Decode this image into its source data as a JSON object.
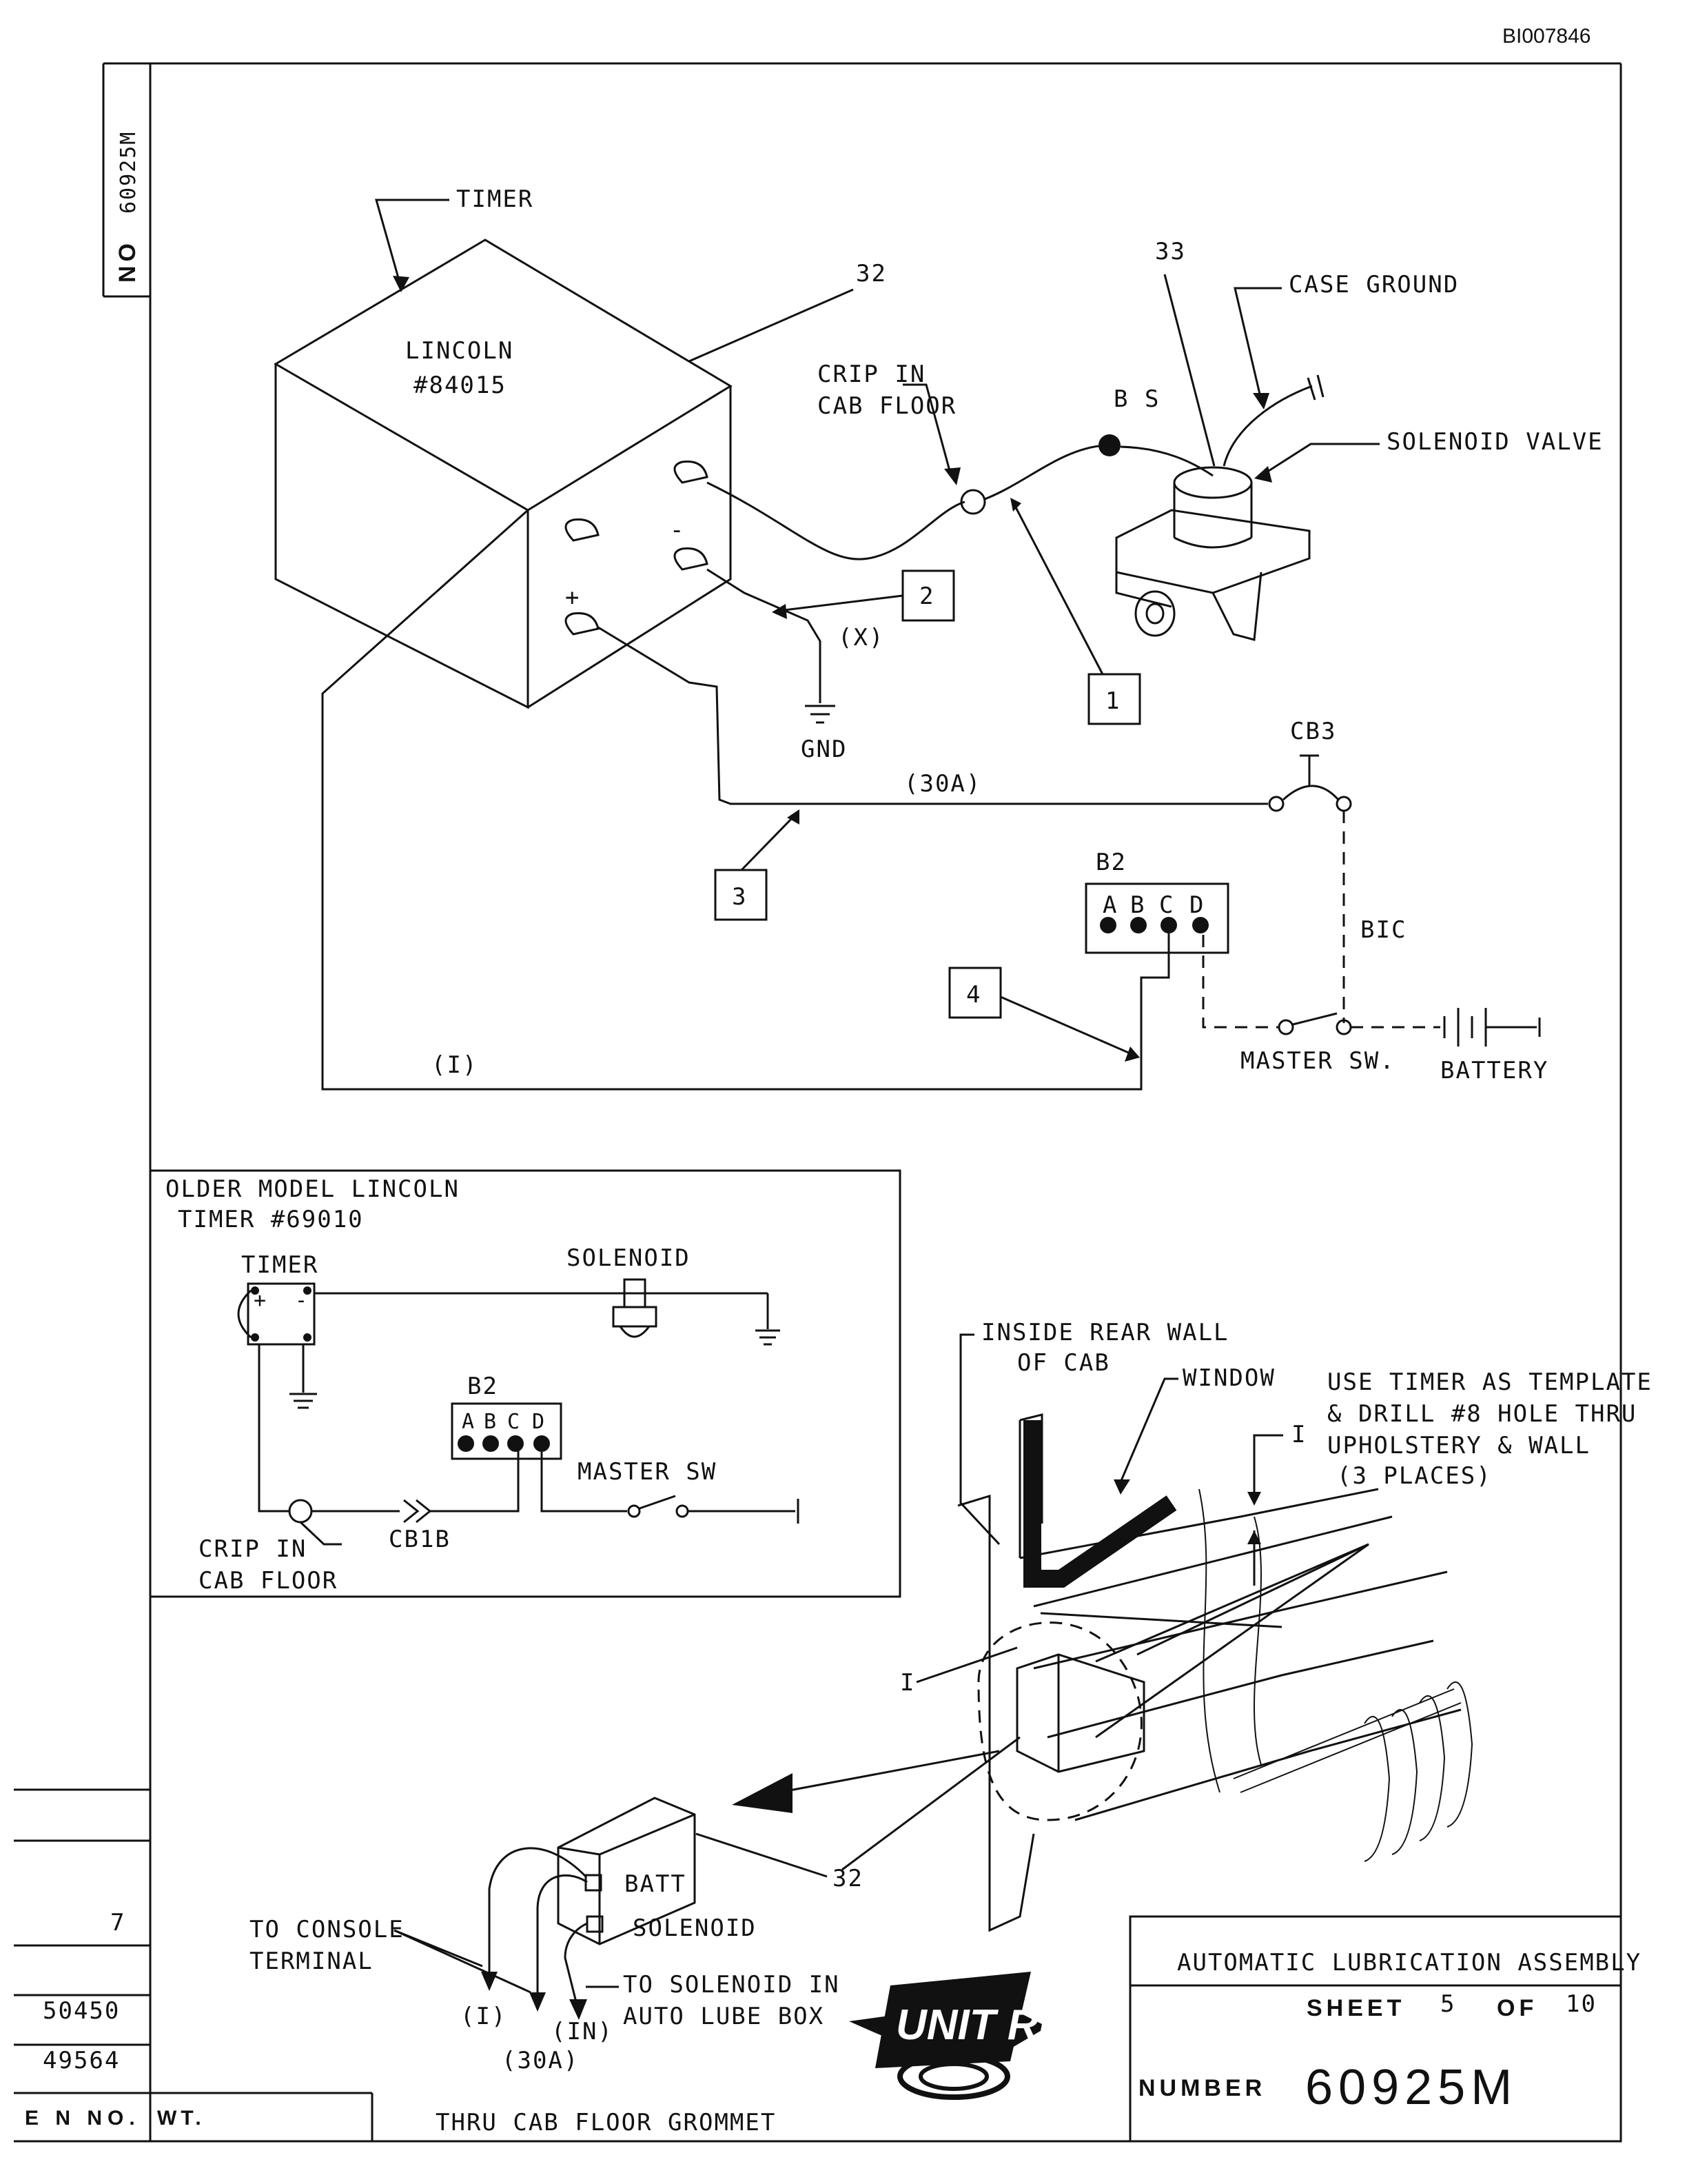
{
  "doc_id": "BI007846",
  "side_number_label": "NO",
  "side_number": "60925M",
  "main": {
    "timer_label": "TIMER",
    "timer_make": "LINCOLN",
    "timer_model": "#84015",
    "ref_32": "32",
    "ref_33": "33",
    "crip_line1": "CRIP IN",
    "crip_line2": "CAB FLOOR",
    "bs": "B S",
    "case_ground": "CASE GROUND",
    "solenoid_valve": "SOLENOID VALVE",
    "minus": "-",
    "plus": "+",
    "x_label": "(X)",
    "gnd": "GND",
    "amp_30": "(30A)",
    "cb3": "CB3",
    "b2": "B2",
    "b2_pins": [
      "A",
      "B",
      "C",
      "D"
    ],
    "bic": "BIC",
    "master_sw": "MASTER SW.",
    "battery": "BATTERY",
    "loop_i": "(I)",
    "box_1": "1",
    "box_2": "2",
    "box_3": "3",
    "box_4": "4"
  },
  "older": {
    "title1": "OLDER MODEL LINCOLN",
    "title2": "TIMER #69010",
    "timer": "TIMER",
    "solenoid": "SOLENOID",
    "b2": "B2",
    "b2_pins": [
      "A",
      "B",
      "C",
      "D"
    ],
    "master_sw": "MASTER SW",
    "crip1": "CRIP IN",
    "crip2": "CAB FLOOR",
    "cb1b": "CB1B"
  },
  "install": {
    "inside1": "INSIDE REAR WALL",
    "inside2": "OF CAB",
    "window": "WINDOW",
    "note1": "USE TIMER AS TEMPLATE",
    "note2": "& DRILL #8 HOLE THRU",
    "note3": "UPHOLSTERY & WALL",
    "note4": "(3 PLACES)",
    "dim_i_top": "I",
    "dim_i_left": "I",
    "ref_32": "32",
    "batt": "BATT",
    "solenoid": "SOLENOID",
    "to_console1": "TO CONSOLE",
    "to_console2": "TERMINAL",
    "to_solenoid1": "TO SOLENOID IN",
    "to_solenoid2": "AUTO LUBE BOX",
    "lead_i": "(I)",
    "lead_in": "(IN)",
    "lead_30a": "(30A)",
    "grommet": "THRU CAB FLOOR GROMMET"
  },
  "revisions": {
    "rev_mark": "7",
    "en1": "50450",
    "en2": "49564",
    "en_no": "E N NO.",
    "wt": "WT."
  },
  "title_block": {
    "title": "AUTOMATIC LUBRICATION ASSEMBLY",
    "sheet_label": "SHEET",
    "sheet_no": "5",
    "of_label": "OF",
    "sheet_total": "10",
    "number_label": "NUMBER",
    "number": "60925M",
    "logo_text": "UNIT RIG"
  }
}
